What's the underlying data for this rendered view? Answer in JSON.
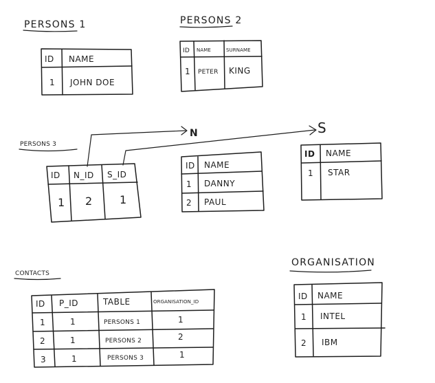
{
  "tables": {
    "persons1": {
      "title": "PERSONS 1",
      "headers": [
        "ID",
        "NAME"
      ],
      "rows": [
        [
          "1",
          "JOHN DOE"
        ]
      ]
    },
    "persons2": {
      "title": "PERSONS 2",
      "headers": [
        "ID",
        "NAME",
        "SURNAME"
      ],
      "rows": [
        [
          "1",
          "PETER",
          "KING"
        ]
      ]
    },
    "persons3": {
      "title": "PERSONS 3",
      "headers": [
        "ID",
        "N_ID",
        "S_ID"
      ],
      "rows": [
        [
          "1",
          "2",
          "1"
        ]
      ]
    },
    "n_table": {
      "title": "N",
      "headers": [
        "ID",
        "NAME"
      ],
      "rows": [
        [
          "1",
          "DANNY"
        ],
        [
          "2",
          "PAUL"
        ]
      ]
    },
    "s_table": {
      "title": "S",
      "headers": [
        "ID",
        "NAME"
      ],
      "rows": [
        [
          "1",
          "STAR"
        ]
      ]
    },
    "contacts": {
      "title": "CONTACTS",
      "headers": [
        "ID",
        "P_ID",
        "TABLE",
        "ORGANISATION_ID"
      ],
      "rows": [
        [
          "1",
          "1",
          "PERSONS 1",
          "1"
        ],
        [
          "2",
          "1",
          "PERSONS 2",
          "2"
        ],
        [
          "3",
          "1",
          "PERSONS 3",
          "1"
        ]
      ]
    },
    "organisation": {
      "title": "ORGANISATION",
      "headers": [
        "ID",
        "NAME"
      ],
      "rows": [
        [
          "1",
          "INTEL"
        ],
        [
          "2",
          "IBM"
        ]
      ]
    }
  }
}
